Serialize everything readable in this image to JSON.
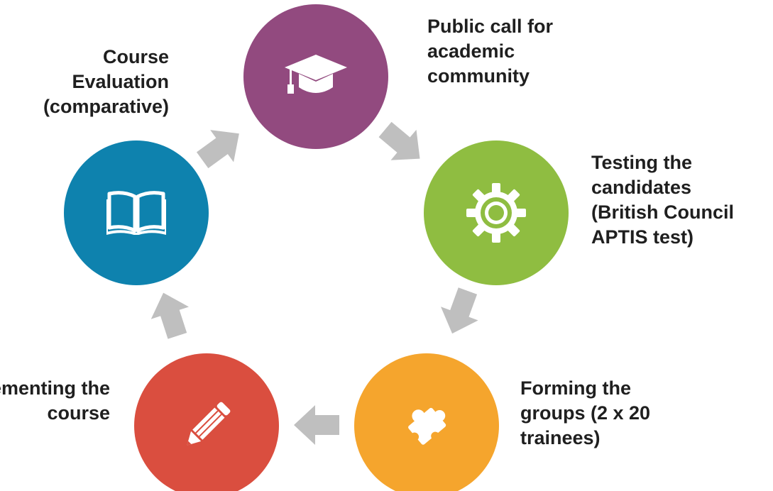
{
  "colors": {
    "purple": "#924A7F",
    "green": "#8FBD41",
    "orange": "#F5A52D",
    "red": "#DA4E3F",
    "blue": "#0E82AE",
    "arrow": "#BFBFBF"
  },
  "steps": [
    {
      "icon": "graduation-cap-icon",
      "lines": [
        "Public call for",
        "academic",
        "community"
      ]
    },
    {
      "icon": "gear-icon",
      "lines": [
        "Testing the",
        "candidates",
        "(British Council",
        "APTIS test)"
      ]
    },
    {
      "icon": "puzzle-piece-icon",
      "lines": [
        "Forming the",
        "groups (2 x 20",
        "trainees)"
      ]
    },
    {
      "icon": "pencil-icon",
      "lines": [
        "Implementing the",
        "course"
      ]
    },
    {
      "icon": "book-icon",
      "lines": [
        "Course",
        "Evaluation",
        "(comparative)"
      ]
    }
  ]
}
